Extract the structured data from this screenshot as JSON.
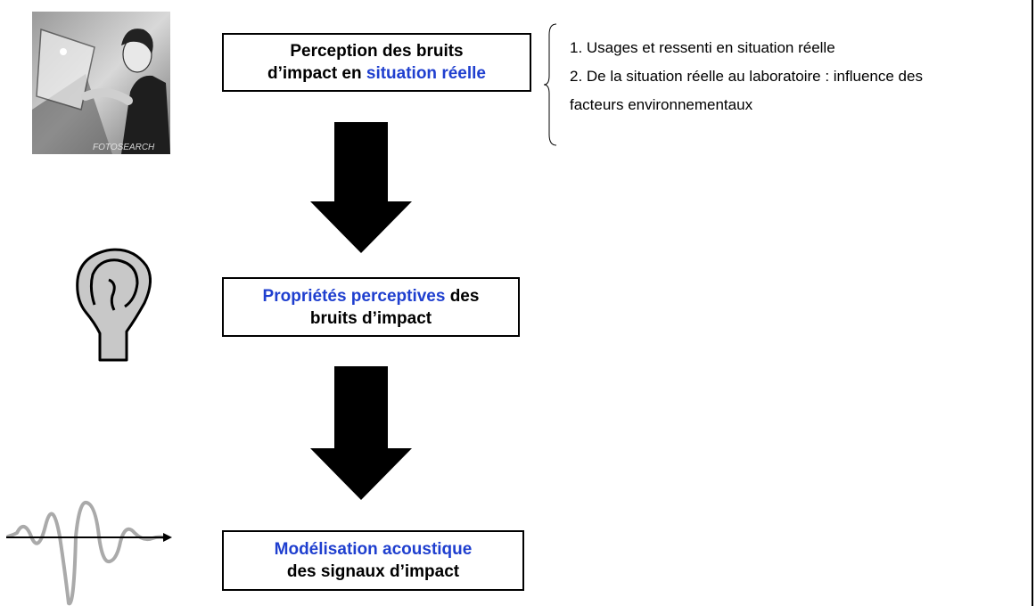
{
  "boxes": {
    "perception": {
      "line1": "Perception des bruits",
      "line2_prefix": "d’impact en ",
      "line2_highlight": "situation réelle"
    },
    "proprietes": {
      "line1_highlight": "Propriétés perceptives",
      "line1_suffix": " des",
      "line2": "bruits d’impact"
    },
    "modelisation": {
      "line1_highlight": "Modélisation acoustique",
      "line2": "des signaux d’impact"
    }
  },
  "notes": [
    "1. Usages et ressenti en situation réelle",
    "2. De la situation réelle au laboratoire : influence des",
    "facteurs environnementaux"
  ],
  "photo_watermark": "FOTOSEARCH",
  "colors": {
    "highlight": "#1f3fcf",
    "arrow": "#000000",
    "box_border": "#000000"
  },
  "icons": [
    "person-illustration",
    "ear-icon",
    "waveform-icon",
    "down-arrow-icon"
  ]
}
